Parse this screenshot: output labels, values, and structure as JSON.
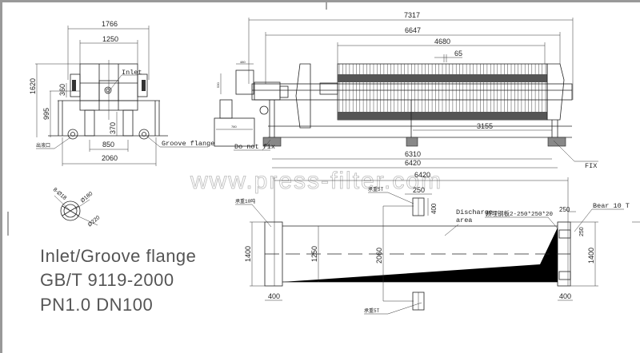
{
  "watermark": "www.press-filter.com",
  "spec_text": {
    "line1": "Inlet/Groove flange",
    "line2": "GB/T 9119-2000",
    "line3": "PN1.0 DN100"
  },
  "end_view": {
    "dims": {
      "width_outer": "1766",
      "width_plate": "1250",
      "height_total": "1620",
      "height_inlet": "995",
      "inlet_offset": "360",
      "leg_height": "370",
      "leg_span": "850",
      "base_width": "2060"
    },
    "labels": {
      "inlet": "Inlet",
      "groove_flange": "Groove flange",
      "outlet": "出液口"
    }
  },
  "flange_detail": {
    "holes": "8-Ø18",
    "pcd": "Ø180",
    "od": "Ø220"
  },
  "side_view": {
    "dims": {
      "overall": "7317",
      "frame": "6647",
      "plate_pack": "4680",
      "pitch": "65",
      "mid_support": "3155",
      "leg_span_inner": "6310",
      "leg_span_outer": "6420",
      "box_w": "480",
      "box_h": "530",
      "unit_w": "780"
    },
    "labels": {
      "do_not_fix": "Do not fix",
      "fix": "FIX"
    }
  },
  "foundation": {
    "dims": {
      "length": "6420",
      "left_width": "1400",
      "inner_width": "1250",
      "total_width": "2060",
      "right_width": "1400",
      "left_pad": "400",
      "right_pad": "400",
      "pit_w": "250",
      "pit_h": "400",
      "plate_w": "250",
      "plate_h": "250"
    },
    "labels": {
      "left_load": "承重10吨",
      "pit_top": "承重5T",
      "pit_bottom": "承重5T",
      "discharge_1": "Discharge",
      "discharge_2": "area",
      "embed_plate": "预埋钢板2-250*250*20",
      "bear": "Bear 10 T"
    }
  }
}
